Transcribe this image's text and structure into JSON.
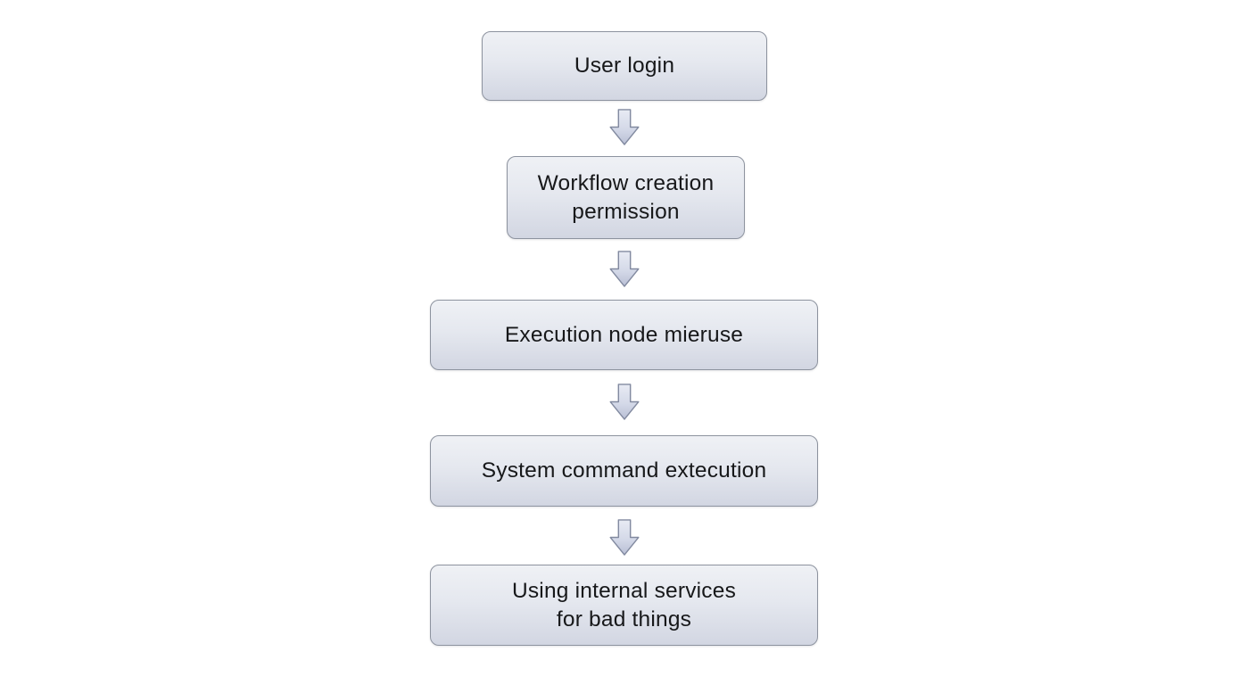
{
  "diagram": {
    "type": "flowchart",
    "direction": "top-down",
    "colors": {
      "background": "#ffffff",
      "node_fill_top": "#eff1f5",
      "node_fill_bottom": "#d2d6e2",
      "node_border": "#8d939f",
      "arrow_fill_top": "#e8ebf4",
      "arrow_fill_bottom": "#b9bfd5",
      "arrow_border": "#828aa0",
      "text": "#17181a"
    },
    "nodes": [
      {
        "id": "user-login",
        "label": "User login"
      },
      {
        "id": "workflow-creation-permission",
        "label": "Workflow creation\npermission"
      },
      {
        "id": "execution-node-mieruse",
        "label": "Execution node mieruse"
      },
      {
        "id": "system-command-extecution",
        "label": "System command extecution"
      },
      {
        "id": "internal-services-bad-things",
        "label": "Using internal services\nfor bad things"
      }
    ],
    "edges": [
      {
        "from": "user-login",
        "to": "workflow-creation-permission",
        "connector": "block-down-arrow"
      },
      {
        "from": "workflow-creation-permission",
        "to": "execution-node-mieruse",
        "connector": "block-down-arrow"
      },
      {
        "from": "execution-node-mieruse",
        "to": "system-command-extecution",
        "connector": "block-down-arrow"
      },
      {
        "from": "system-command-extecution",
        "to": "internal-services-bad-things",
        "connector": "block-down-arrow"
      }
    ]
  }
}
